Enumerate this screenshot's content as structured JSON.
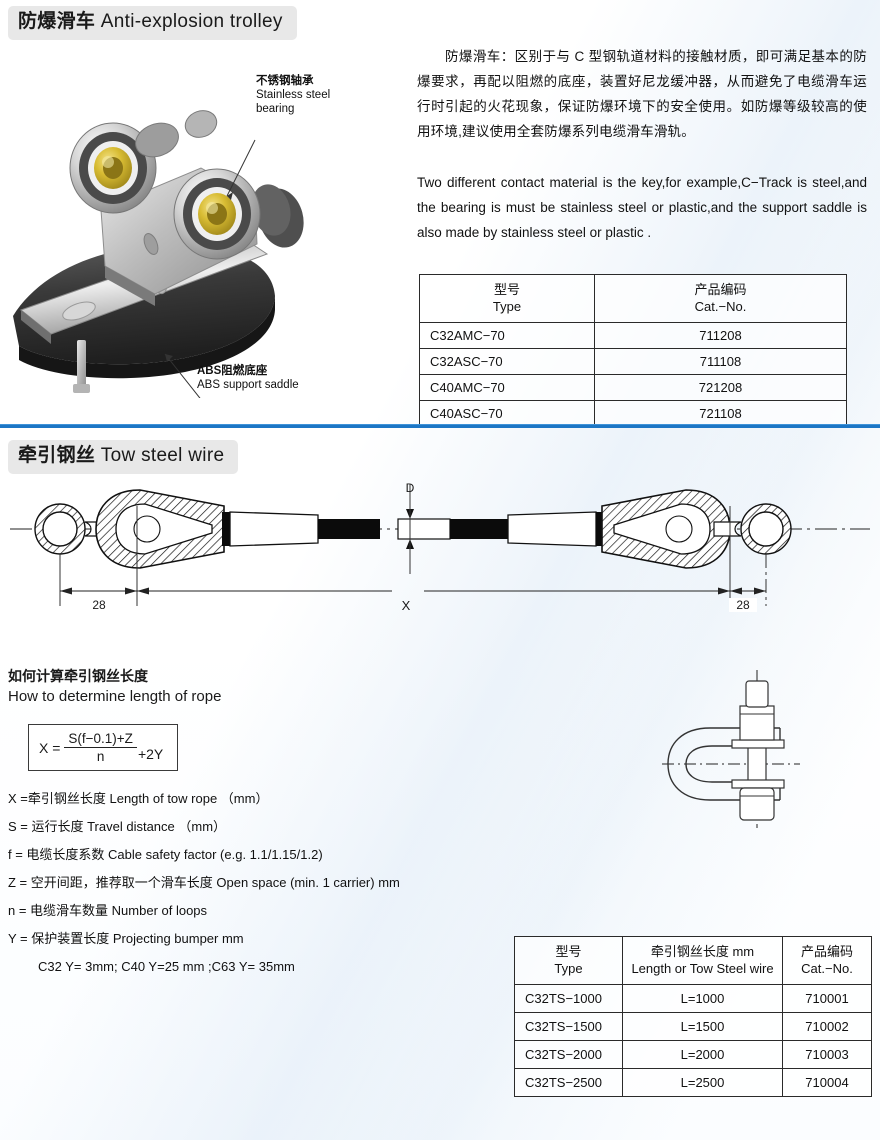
{
  "page": {
    "divider_color": "#1c76c5",
    "pill_bg": "#e8e8e8"
  },
  "section1": {
    "title_cn": "防爆滑车",
    "title_en": "Anti-explosion trolley",
    "paragraph_cn": "防爆滑车：区别于与 C 型钢轨道材料的接触材质，即可满足基本的防爆要求，再配以阻燃的底座，装置好尼龙缓冲器，从而避免了电缆滑车运行时引起的火花现象，保证防爆环境下的安全使用。如防爆等级较高的使用环境,建议使用全套防爆系列电缆滑车滑轨。",
    "paragraph_en": "Two different contact material is the key,for example,C−Track is steel,and the bearing is must be stainless steel or plastic,and the support saddle is also made by stainless steel or plastic .",
    "callout_bearing_cn": "不锈钢轴承",
    "callout_bearing_en_1": "Stainless steel",
    "callout_bearing_en_2": "bearing",
    "callout_saddle_cn": "ABS阻燃底座",
    "callout_saddle_en": "ABS support saddle",
    "table": {
      "headers": [
        {
          "cn": "型号",
          "en": "Type"
        },
        {
          "cn": "产品编码",
          "en": "Cat.−No."
        }
      ],
      "rows": [
        {
          "type": "C32AMC−70",
          "cat": "711208"
        },
        {
          "type": "C32ASC−70",
          "cat": "711108"
        },
        {
          "type": "C40AMC−70",
          "cat": "721208"
        },
        {
          "type": "C40ASC−70",
          "cat": "721108"
        }
      ]
    }
  },
  "section2": {
    "title_cn": "牵引钢丝",
    "title_en": "Tow steel wire",
    "diagram": {
      "dim_left": "28",
      "dim_right": "28",
      "dim_span": "X",
      "dim_diameter": "D"
    },
    "howto": {
      "heading_cn": "如何计算牵引钢丝长度",
      "heading_en": "How to determine length of rope",
      "formula": {
        "lhs": "X =",
        "numerator": "S(f−0.1)+Z",
        "denominator": "n",
        "tail": "+2Y"
      },
      "definitions": [
        {
          "text": "X =牵引钢丝长度 Length of tow rope （mm）"
        },
        {
          "text": "S = 运行长度 Travel distance （mm）"
        },
        {
          "text": "f = 电缆长度系数 Cable safety factor (e.g.  1.1/1.15/1.2)"
        },
        {
          "text": "Z = 空开间距，推荐取一个滑车长度 Open space (min. 1 carrier) mm"
        },
        {
          "text": "n = 电缆滑车数量 Number of loops"
        },
        {
          "text": "Y = 保护装置长度 Projecting bumper mm"
        },
        {
          "text": "C32 Y= 3mm; C40 Y=25 mm ;C63 Y= 35mm",
          "indent": true
        }
      ]
    },
    "table": {
      "headers": [
        {
          "cn": "型号",
          "en": "Type"
        },
        {
          "cn": "牵引钢丝长度 mm",
          "en": "Length or Tow Steel wire"
        },
        {
          "cn": "产品编码",
          "en": "Cat.−No."
        }
      ],
      "rows": [
        {
          "type": "C32TS−1000",
          "length": "L=1000",
          "cat": "710001"
        },
        {
          "type": "C32TS−1500",
          "length": "L=1500",
          "cat": "710002"
        },
        {
          "type": "C32TS−2000",
          "length": "L=2000",
          "cat": "710003"
        },
        {
          "type": "C32TS−2500",
          "length": "L=2500",
          "cat": "710004"
        }
      ]
    }
  }
}
